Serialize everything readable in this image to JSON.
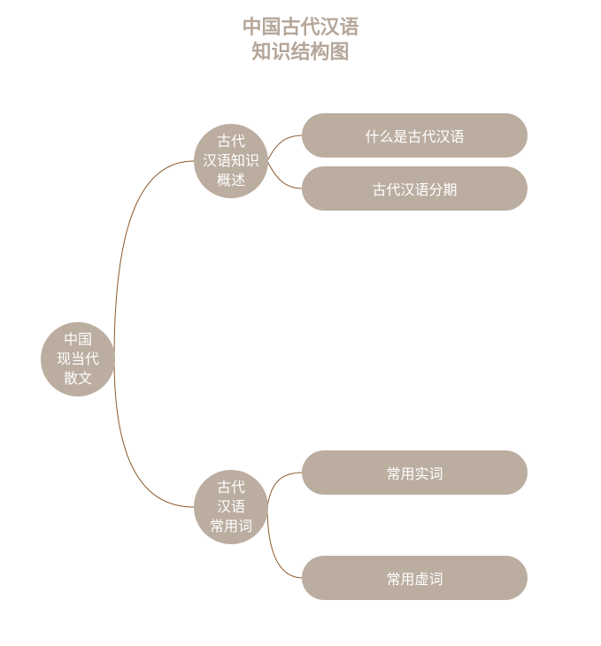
{
  "title": {
    "line1": "中国古代汉语",
    "line2": "知识结构图"
  },
  "root": {
    "lines": [
      "中国",
      "现当代",
      "散文"
    ]
  },
  "branches": [
    {
      "lines": [
        "古代",
        "汉语知识",
        "概述"
      ],
      "leaves": [
        "什么是古代汉语",
        "古代汉语分期"
      ]
    },
    {
      "lines": [
        "古代",
        "汉语",
        "常用词"
      ],
      "leaves": [
        "常用实词",
        "常用虚词"
      ]
    }
  ],
  "colors": {
    "node_fill": "#bbada0",
    "connector": "#8a5a2e",
    "title": "#b5a699",
    "node_text": "#ffffff"
  }
}
